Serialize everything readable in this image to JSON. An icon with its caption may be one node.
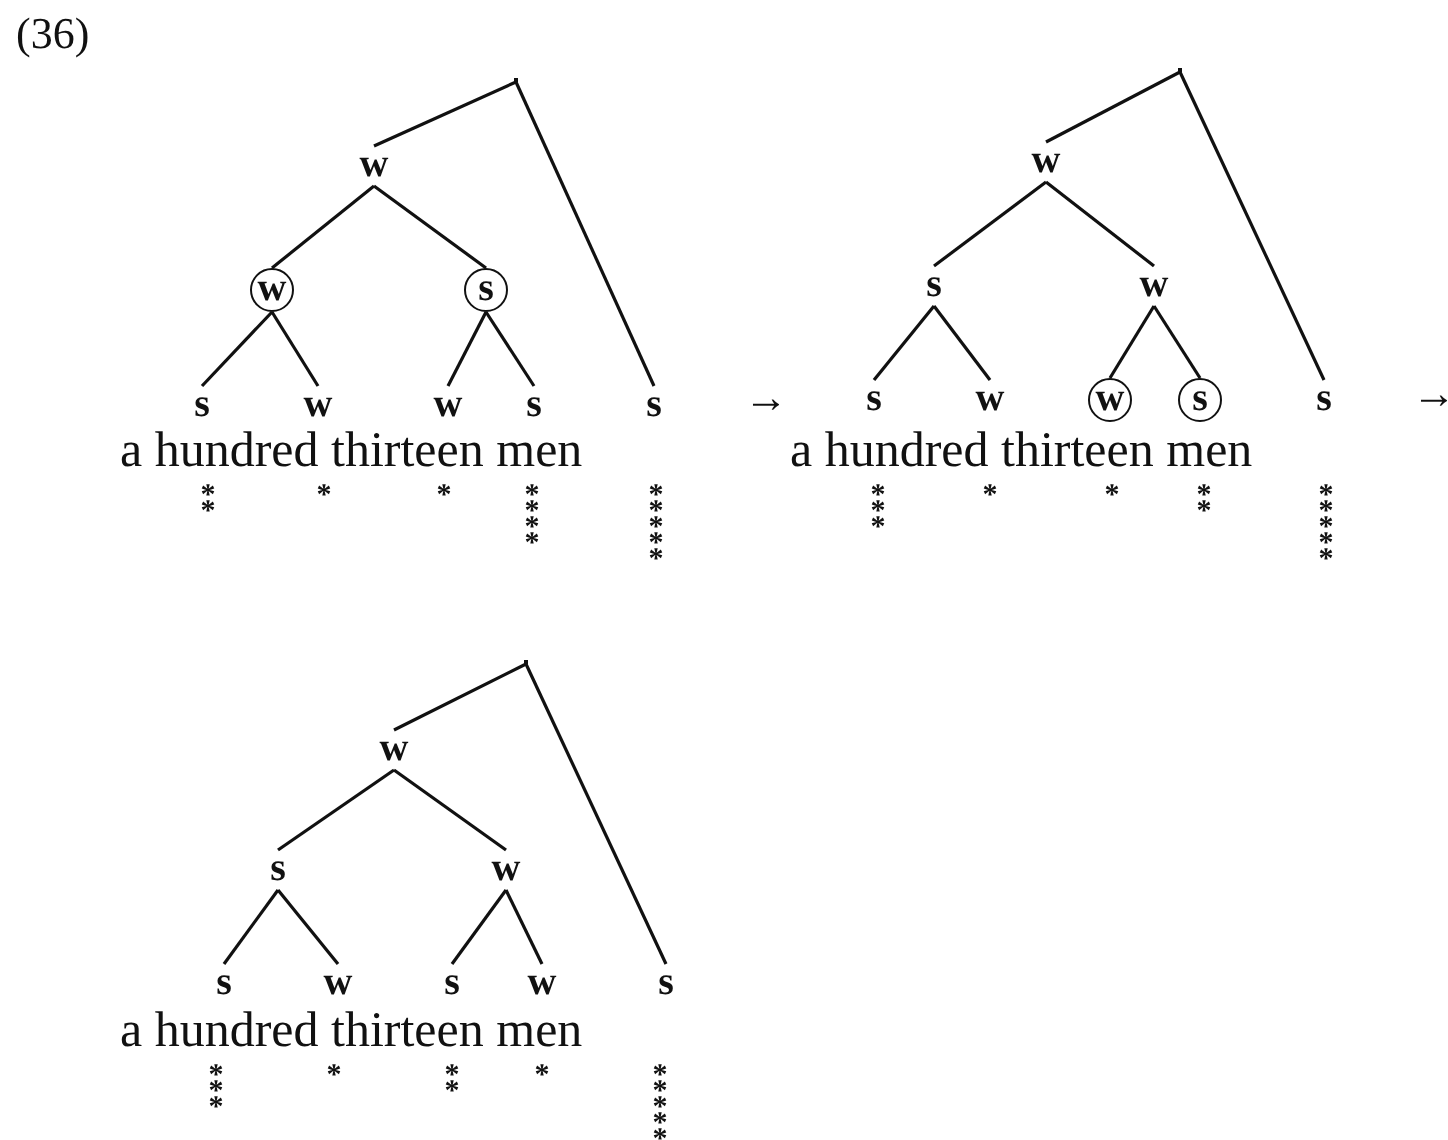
{
  "diagram": {
    "nodes": [
      {
        "text": [],
        "shape": "point"
      },
      {
        "text": [
          "w"
        ]
      },
      {
        "text": [
          "w"
        ]
      },
      {
        "text": [
          "s"
        ]
      },
      {
        "text": [
          "s"
        ]
      },
      {
        "text": [
          "w"
        ]
      },
      {
        "text": [
          "w"
        ]
      },
      {
        "text": [
          "s"
        ]
      },
      {
        "text": [
          "s"
        ]
      },
      {
        "text": [],
        "shape": "point"
      },
      {
        "text": [
          "w"
        ]
      },
      {
        "text": [
          "s"
        ]
      },
      {
        "text": [
          "w"
        ]
      },
      {
        "text": [
          "s"
        ]
      },
      {
        "text": [
          "w"
        ]
      },
      {
        "text": [
          "w"
        ]
      },
      {
        "text": [
          "s"
        ]
      },
      {
        "text": [
          "s"
        ]
      },
      {
        "text": [],
        "shape": "point"
      },
      {
        "text": [
          "w"
        ]
      },
      {
        "text": [
          "s"
        ]
      },
      {
        "text": [
          "w"
        ]
      },
      {
        "text": [
          "s"
        ]
      },
      {
        "text": [
          "w"
        ]
      },
      {
        "text": [
          "s"
        ]
      },
      {
        "text": [
          "w"
        ]
      },
      {
        "text": [
          "s"
        ]
      }
    ],
    "edges": [
      {
        "from": 0,
        "to": 1,
        "arrow": "none"
      },
      {
        "from": 0,
        "to": 8,
        "arrow": "none"
      },
      {
        "from": 1,
        "to": 2,
        "arrow": "none"
      },
      {
        "from": 1,
        "to": 3,
        "arrow": "none"
      },
      {
        "from": 2,
        "to": 4,
        "arrow": "none"
      },
      {
        "from": 2,
        "to": 5,
        "arrow": "none"
      },
      {
        "from": 3,
        "to": 6,
        "arrow": "none"
      },
      {
        "from": 3,
        "to": 7,
        "arrow": "none"
      },
      {
        "from": 9,
        "to": 10,
        "arrow": "none"
      },
      {
        "from": 9,
        "to": 17,
        "arrow": "none"
      },
      {
        "from": 10,
        "to": 11,
        "arrow": "none"
      },
      {
        "from": 10,
        "to": 12,
        "arrow": "none"
      },
      {
        "from": 11,
        "to": 13,
        "arrow": "none"
      },
      {
        "from": 11,
        "to": 14,
        "arrow": "none"
      },
      {
        "from": 12,
        "to": 15,
        "arrow": "none"
      },
      {
        "from": 12,
        "to": 16,
        "arrow": "none"
      },
      {
        "from": 18,
        "to": 19,
        "arrow": "none"
      },
      {
        "from": 18,
        "to": 26,
        "arrow": "none"
      },
      {
        "from": 19,
        "to": 20,
        "arrow": "none"
      },
      {
        "from": 19,
        "to": 21,
        "arrow": "none"
      },
      {
        "from": 20,
        "to": 22,
        "arrow": "none"
      },
      {
        "from": 20,
        "to": 23,
        "arrow": "none"
      },
      {
        "from": 21,
        "to": 24,
        "arrow": "none"
      },
      {
        "from": 21,
        "to": 25,
        "arrow": "none"
      }
    ],
    "labels": [
      "(36)",
      "a hundred thirteen men",
      "** * * **** *****",
      "→",
      "a hundred thirteen men",
      "*** * * ** *****",
      "→",
      "a hundred thirteen men",
      "*** * ** * *****"
    ]
  }
}
